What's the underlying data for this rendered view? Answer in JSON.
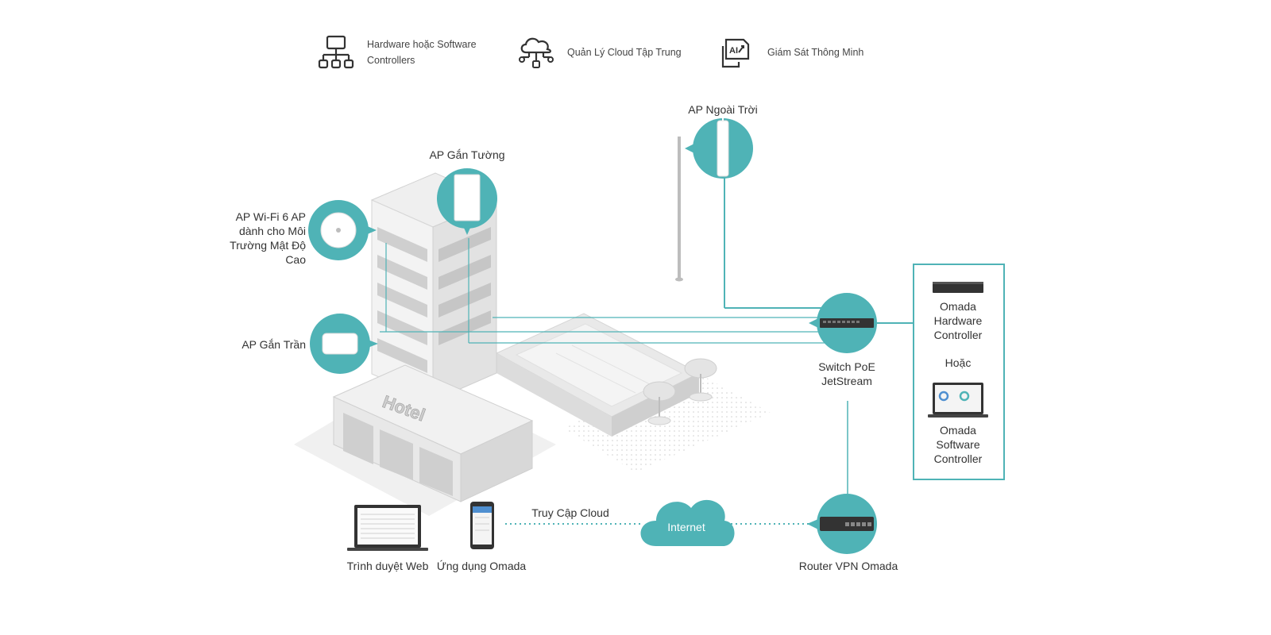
{
  "features": [
    {
      "icon": "controller-tree-icon",
      "line1": "Hardware hoặc Software",
      "line2": "Controllers"
    },
    {
      "icon": "cloud-network-icon",
      "line1": "Quản Lý Cloud Tập Trung"
    },
    {
      "icon": "ai-monitor-icon",
      "line1": "Giám Sát Thông Minh"
    }
  ],
  "labels": {
    "ap_outdoor": "AP Ngoài Trời",
    "ap_wall": "AP Gắn Tường",
    "ap_wifi6": [
      "AP Wi-Fi 6 AP",
      "dành cho Môi",
      "Trường Mật Độ",
      "Cao"
    ],
    "ap_ceiling": "AP Gắn Trần",
    "switch": [
      "Switch PoE",
      "JetStream"
    ],
    "hw_controller": [
      "Omada",
      "Hardware",
      "Controller"
    ],
    "or": "Hoặc",
    "sw_controller": [
      "Omada",
      "Software",
      "Controller"
    ],
    "router": "Router VPN Omada",
    "cloud_access": "Truy Cập Cloud",
    "internet": "Internet",
    "web_browser": "Trình duyệt Web",
    "omada_app": "Ứng dụng Omada",
    "hotel_sign": "Hotel"
  },
  "colors": {
    "teal": "#4fb3b6",
    "teal_dark": "#2e8f92",
    "line": "#4fb3b6",
    "building": "#e6e6e6"
  }
}
